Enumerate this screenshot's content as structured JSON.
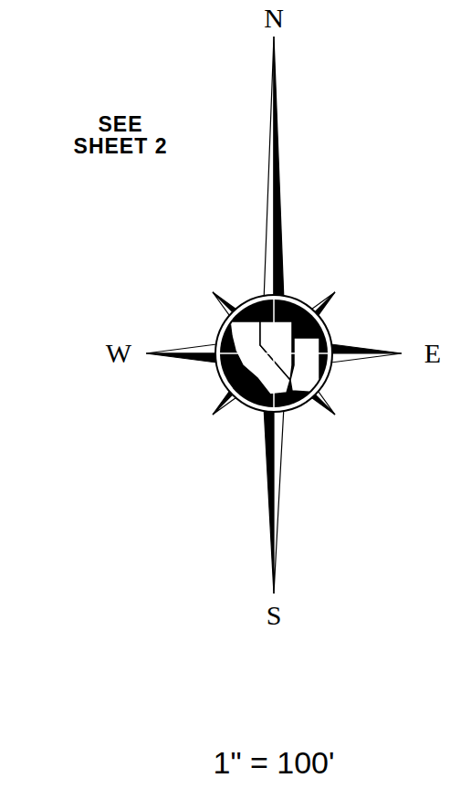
{
  "diagram": {
    "labels": [
      "N",
      "W",
      "E",
      "S",
      "SEE SHEET 2",
      "1\" = 100'"
    ]
  }
}
